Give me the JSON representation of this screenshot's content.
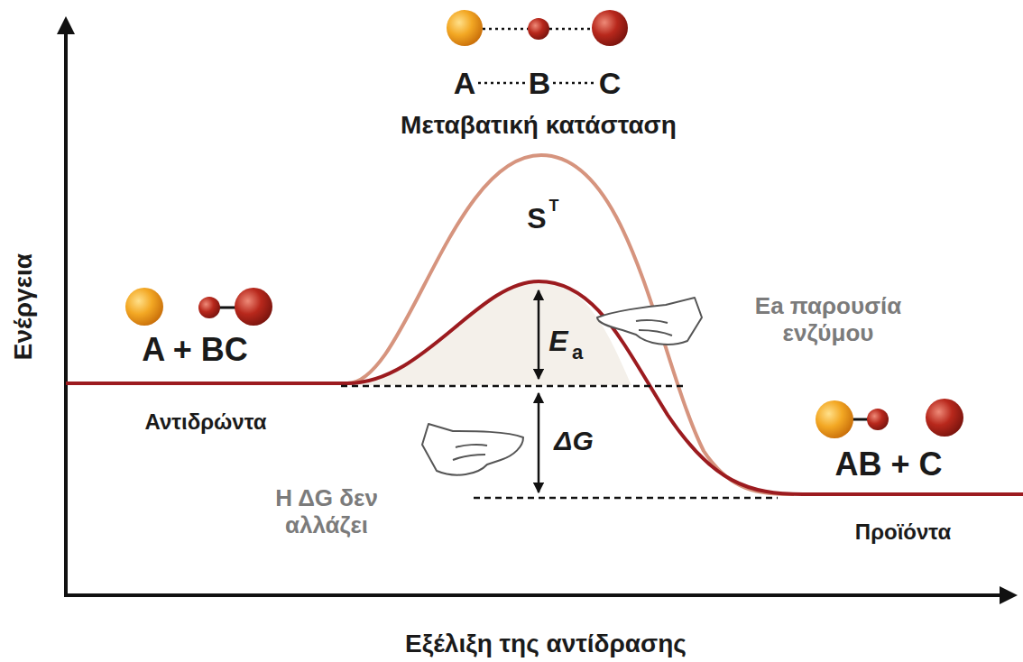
{
  "diagram": {
    "labels": [
      "A",
      "B",
      "C",
      "Μεταβατική κατάσταση",
      "S",
      "T",
      "A + BC",
      "Αντιδρώντα",
      "E",
      "a",
      "Ea παρουσία ενζύμου",
      "ΔG",
      "Η ΔG δεν αλλάζει",
      "AB + C",
      "Προϊόντα",
      "Ενέργεια",
      "Εξέλιξη της αντίδρασης"
    ]
  }
}
